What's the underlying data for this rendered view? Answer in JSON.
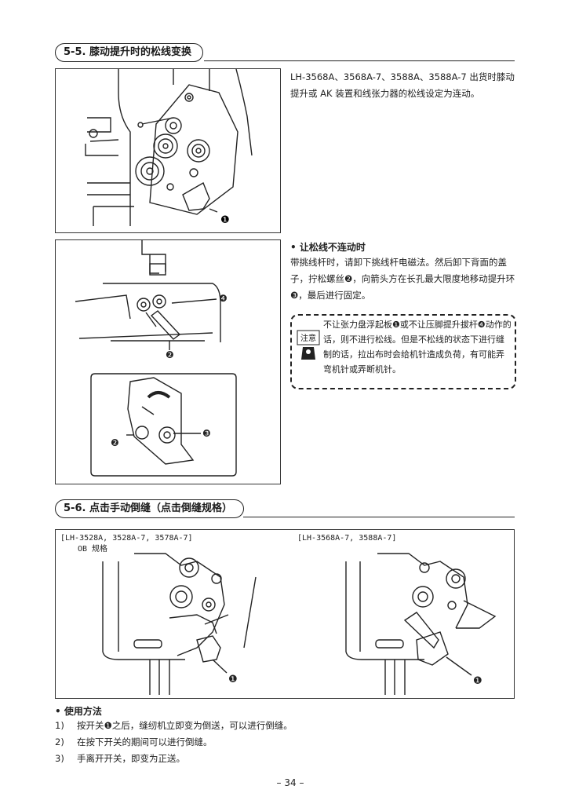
{
  "section1": {
    "title": "5-5. 膝动提升时的松线变换",
    "intro": "LH-3568A、3568A-7、3588A、3588A-7 出货时膝动提升或 AK 装置和线张力器的松线设定为连动。",
    "subtitle": "• 让松线不连动时",
    "instructions": "带挑线杆时，请卸下挑线杆电磁法。然后卸下背面的盖子，拧松螺丝❷，向箭头方在长孔最大限度地移动提升环❸，最后进行固定。",
    "caution_label": "注意",
    "caution_text": "不让张力盘浮起板❶或不让压脚提升拔杆❹动作的话，则不进行松线。但是不松线的状态下进行缝制的话，拉出布时会给机针造成负荷，有可能弄弯机针或弄断机针。",
    "callouts": {
      "one": "❶",
      "two": "❷",
      "three": "❸",
      "four": "❹"
    }
  },
  "section2": {
    "title": "5-6. 点击手动倒缝（点击倒缝规格）",
    "left_label_line1": "[LH-3528A, 3528A-7, 3578A-7]",
    "left_label_line2": "OB 规格",
    "right_label": "[LH-3568A-7, 3588A-7]",
    "usage_title": "• 使用方法",
    "usage_items": [
      {
        "num": "1)",
        "text": "按开关❶之后，缝纫机立即变为倒送，可以进行倒缝。"
      },
      {
        "num": "2)",
        "text": "在按下开关的期间可以进行倒缝。"
      },
      {
        "num": "3)",
        "text": "手离开开关，即变为正送。"
      }
    ]
  },
  "footer": {
    "page_number": "– 34 –"
  }
}
